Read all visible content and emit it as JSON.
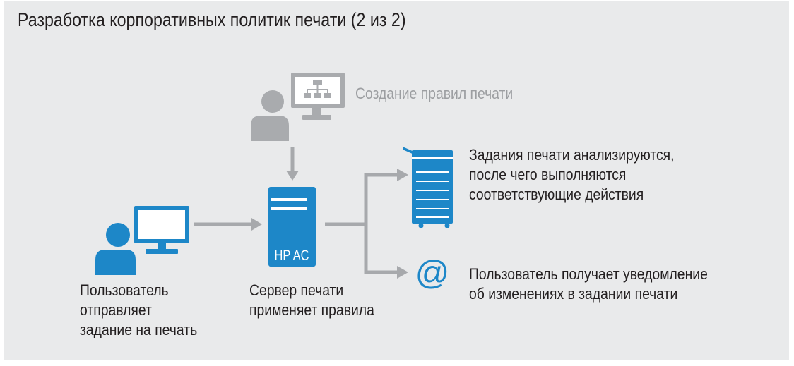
{
  "title": "Разработка корпоративных политик печати (2 из 2)",
  "colors": {
    "background": "#e9eaeb",
    "accent_blue": "#1d87c8",
    "icon_gray": "#a9abae",
    "arrow_gray": "#a7a9ac",
    "text": "#231f20",
    "muted_text": "#9c9ea1"
  },
  "admin": {
    "person_icon": "person-icon",
    "monitor_icon": "monitor-icon",
    "screen_icon": "org-chart-icon",
    "label": "Создание правил печати"
  },
  "user": {
    "person_icon": "person-icon",
    "monitor_icon": "monitor-icon",
    "label_lines": [
      "Пользователь",
      "отправляет",
      "задание на печать"
    ]
  },
  "server": {
    "icon": "server-icon",
    "badge": "HP AC",
    "label_lines": [
      "Сервер печати",
      "применяет правила"
    ]
  },
  "printer": {
    "icon": "printer-icon",
    "label_lines": [
      "Задания печати анализируются,",
      "после чего выполняются",
      "соответствующие действия"
    ]
  },
  "notification": {
    "icon": "at-sign-icon",
    "symbol": "@",
    "label_lines": [
      "Пользователь получает уведомление",
      "об изменениях в задании печати"
    ]
  }
}
